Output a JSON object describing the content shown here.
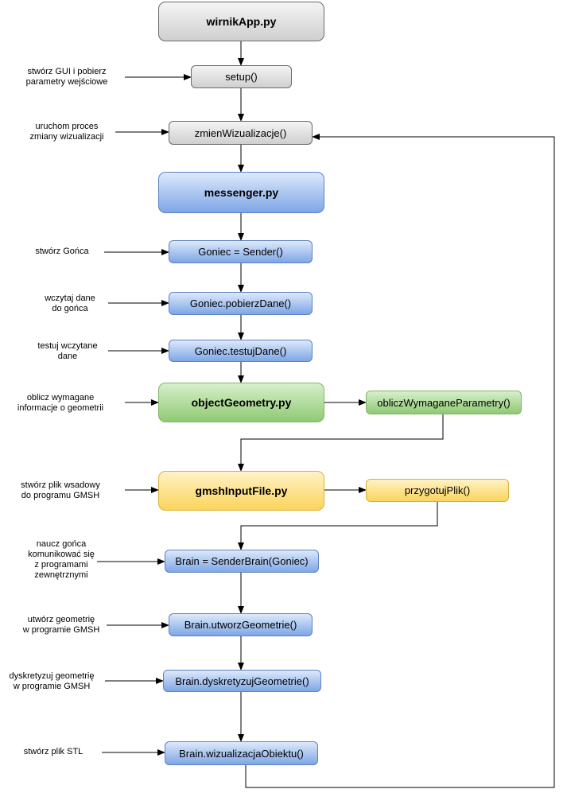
{
  "nodes": {
    "wirnikApp": "wirnikApp.py",
    "setup": "setup()",
    "zmienWizualizacje": "zmienWizualizacje()",
    "messenger": "messenger.py",
    "goniecSender": "Goniec = Sender()",
    "goniecPobierz": "Goniec.pobierzDane()",
    "goniecTestuj": "Goniec.testujDane()",
    "objectGeometry": "objectGeometry.py",
    "obliczParametry": "obliczWymaganeParametry()",
    "gmshInputFile": "gmshInputFile.py",
    "przygotujPlik": "przygotujPlik()",
    "brainSender": "Brain = SenderBrain(Goniec)",
    "brainUtworz": "Brain.utworzGeometrie()",
    "brainDyskretyzuj": "Brain.dyskretyzujGeometrie()",
    "brainWizualizacja": "Brain.wizualizacjaObiektu()"
  },
  "labels": {
    "setup": [
      "stwórz GUI i pobierz",
      "parametry wejściowe"
    ],
    "zmienWizualizacje": [
      "uruchom proces",
      "zmiany wizualizacji"
    ],
    "goniecSender": [
      "stwórz Gońca"
    ],
    "goniecPobierz": [
      "wczytaj dane",
      "do gońca"
    ],
    "goniecTestuj": [
      "testuj wczytane",
      "dane"
    ],
    "objectGeometry": [
      "oblicz wymagane",
      "informacje o geometrii"
    ],
    "gmshInputFile": [
      "stwórz plik wsadowy",
      "do programu GMSH"
    ],
    "brainSender": [
      "naucz gońca",
      "komunikować się",
      "z programami",
      "zewnętrznymi"
    ],
    "brainUtworz": [
      "utwórz geometrię",
      "w programie GMSH"
    ],
    "brainDyskretyzuj": [
      "dyskretyzuj geometrię",
      "w programie GMSH"
    ],
    "brainWizualizacja": [
      "stwórz plik STL"
    ]
  },
  "colors": {
    "main_app": "#cfcfcf",
    "messenger": "#7ea6e6",
    "object_geometry": "#8fca72",
    "gmsh_input": "#fbd45c",
    "arrow": "#000000"
  }
}
